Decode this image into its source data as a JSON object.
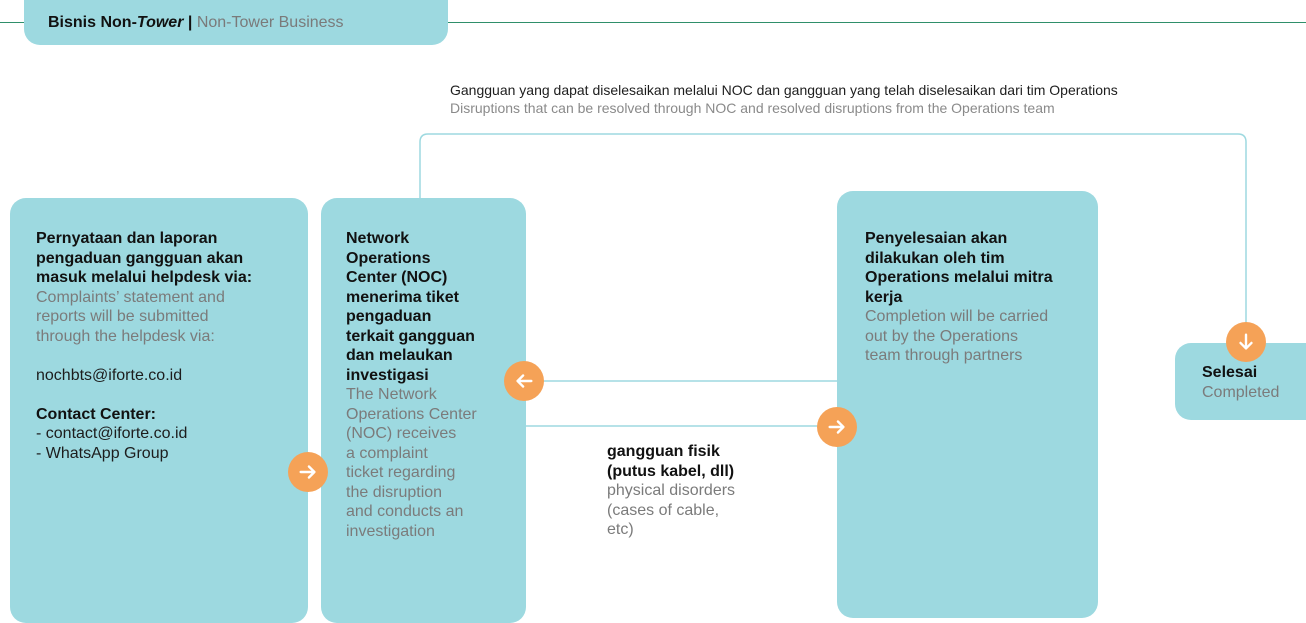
{
  "header": {
    "title_id_prefix": "Bisnis Non-",
    "title_id_italic": "Tower",
    "separator": "|",
    "title_en": "Non-Tower Business"
  },
  "loop_note": {
    "id": "Gangguan yang dapat diselesaikan melalui NOC dan gangguan yang telah diselesaikan dari tim Operations",
    "en": "Disruptions that can be resolved through NOC and resolved disruptions from the Operations team"
  },
  "step1": {
    "title_lines": [
      "Pernyataan dan laporan",
      "pengaduan gangguan akan",
      "masuk melalui helpdesk via:"
    ],
    "desc_lines": [
      "Complaints’ statement and",
      "reports will be submitted",
      "through the helpdesk via:"
    ],
    "email": "nochbts@iforte.co.id",
    "contact_title": "Contact Center:",
    "contacts": [
      "- contact@iforte.co.id",
      "- WhatsApp Group"
    ]
  },
  "step2": {
    "title_lines": [
      "Network",
      "Operations",
      "Center (NOC)",
      "menerima tiket",
      "pengaduan",
      "terkait gangguan",
      "dan melaukan",
      "investigasi"
    ],
    "desc_lines": [
      "The Network",
      "Operations Center",
      "(NOC) receives",
      "a complaint",
      "ticket regarding",
      "the disruption",
      "and conducts an",
      "investigation"
    ]
  },
  "physical": {
    "title_lines": [
      "gangguan fisik",
      "(putus kabel, dll)"
    ],
    "desc_lines": [
      "physical disorders",
      "(cases of cable,",
      "etc)"
    ]
  },
  "step3": {
    "title_lines": [
      "Penyelesaian akan",
      "dilakukan oleh tim",
      "Operations melalui mitra",
      "kerja"
    ],
    "desc_lines": [
      "Completion will be carried",
      "out by the Operations",
      "team through partners"
    ]
  },
  "step4": {
    "title": "Selesai",
    "desc": "Completed"
  },
  "colors": {
    "card": "#9dd9e0",
    "arrow": "#f5a257",
    "line": "#9dd9e0",
    "header_line": "#2f8f6a"
  }
}
